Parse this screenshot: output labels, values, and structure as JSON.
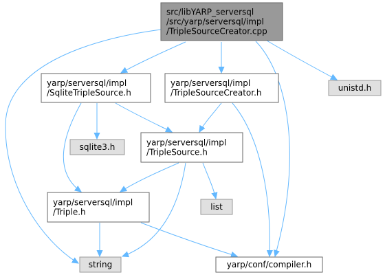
{
  "graph": {
    "nodes": [
      {
        "id": "root",
        "lines": [
          "src/libYARP_serversql",
          "/src/yarp/serversql/impl",
          "/TripleSourceCreator.cpp"
        ],
        "style": "root"
      },
      {
        "id": "sqlite_triple_source",
        "lines": [
          "yarp/serversql/impl",
          "/SqliteTripleSource.h"
        ],
        "style": "file"
      },
      {
        "id": "triple_source_creator",
        "lines": [
          "yarp/serversql/impl",
          "/TripleSourceCreator.h"
        ],
        "style": "file"
      },
      {
        "id": "unistd",
        "lines": [
          "unistd.h"
        ],
        "style": "system"
      },
      {
        "id": "sqlite3",
        "lines": [
          "sqlite3.h"
        ],
        "style": "system"
      },
      {
        "id": "triple_source",
        "lines": [
          "yarp/serversql/impl",
          "/TripleSource.h"
        ],
        "style": "file"
      },
      {
        "id": "list",
        "lines": [
          "list"
        ],
        "style": "system"
      },
      {
        "id": "triple",
        "lines": [
          "yarp/serversql/impl",
          "/Triple.h"
        ],
        "style": "file"
      },
      {
        "id": "string",
        "lines": [
          "string"
        ],
        "style": "system"
      },
      {
        "id": "compiler",
        "lines": [
          "yarp/conf/compiler.h"
        ],
        "style": "file"
      }
    ],
    "edges": [
      {
        "from": "root",
        "to": "sqlite_triple_source"
      },
      {
        "from": "root",
        "to": "triple_source_creator"
      },
      {
        "from": "root",
        "to": "unistd"
      },
      {
        "from": "root",
        "to": "string"
      },
      {
        "from": "root",
        "to": "compiler"
      },
      {
        "from": "sqlite_triple_source",
        "to": "sqlite3"
      },
      {
        "from": "sqlite_triple_source",
        "to": "triple_source"
      },
      {
        "from": "sqlite_triple_source",
        "to": "triple"
      },
      {
        "from": "triple_source_creator",
        "to": "triple_source"
      },
      {
        "from": "triple_source_creator",
        "to": "compiler"
      },
      {
        "from": "triple_source",
        "to": "triple"
      },
      {
        "from": "triple_source",
        "to": "list"
      },
      {
        "from": "triple_source",
        "to": "string"
      },
      {
        "from": "triple",
        "to": "string"
      },
      {
        "from": "triple",
        "to": "compiler"
      }
    ],
    "colors": {
      "edge": "#63b8ff",
      "root_fill": "#999999",
      "root_stroke": "#666666",
      "file_fill": "#ffffff",
      "file_stroke": "#666666",
      "system_fill": "#e0e0e0",
      "system_stroke": "#999999",
      "text": "#000000"
    }
  }
}
